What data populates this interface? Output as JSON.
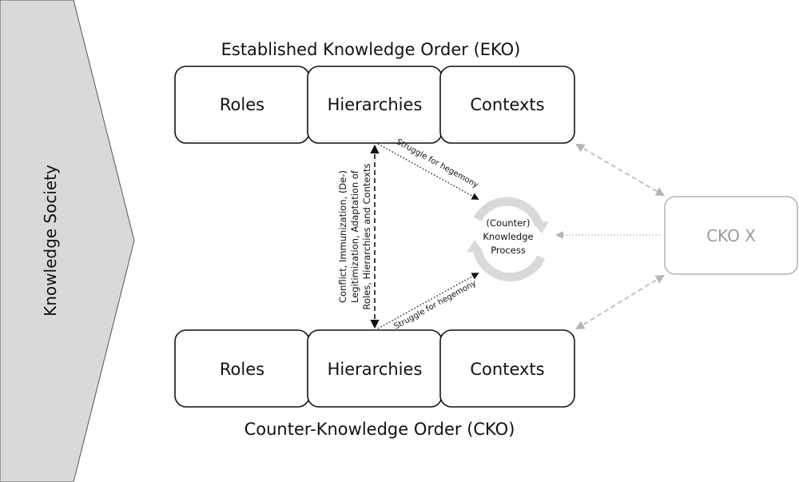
{
  "side_banner": {
    "label": "Knowledge Society",
    "fill": "#d9d9d9"
  },
  "eko": {
    "title": "Established Knowledge Order (EKO)",
    "boxes": [
      "Roles",
      "Hierarchies",
      "Contexts"
    ]
  },
  "cko": {
    "title": "Counter-Knowledge Order (CKO)",
    "boxes": [
      "Roles",
      "Hierarchies",
      "Contexts"
    ]
  },
  "vertical_relation": {
    "lines": [
      "Conflict, Immunization, (De-)",
      "Legitimization, Adaptation of",
      "Roles, Hierarchies and Contexts"
    ]
  },
  "struggle_top": "Struggle for hegemony",
  "struggle_bottom": "Struggle for hegemony",
  "process": {
    "lines": [
      "(Counter)",
      "Knowledge",
      "Process"
    ],
    "ring_color": "#d9d9d9"
  },
  "cko_x": {
    "label": "CKO X",
    "color": "#b0b0b0"
  },
  "colors": {
    "stroke": "#111111",
    "dashed_gray": "#b5b5b5",
    "dotted_gray": "#b5b5b5"
  }
}
